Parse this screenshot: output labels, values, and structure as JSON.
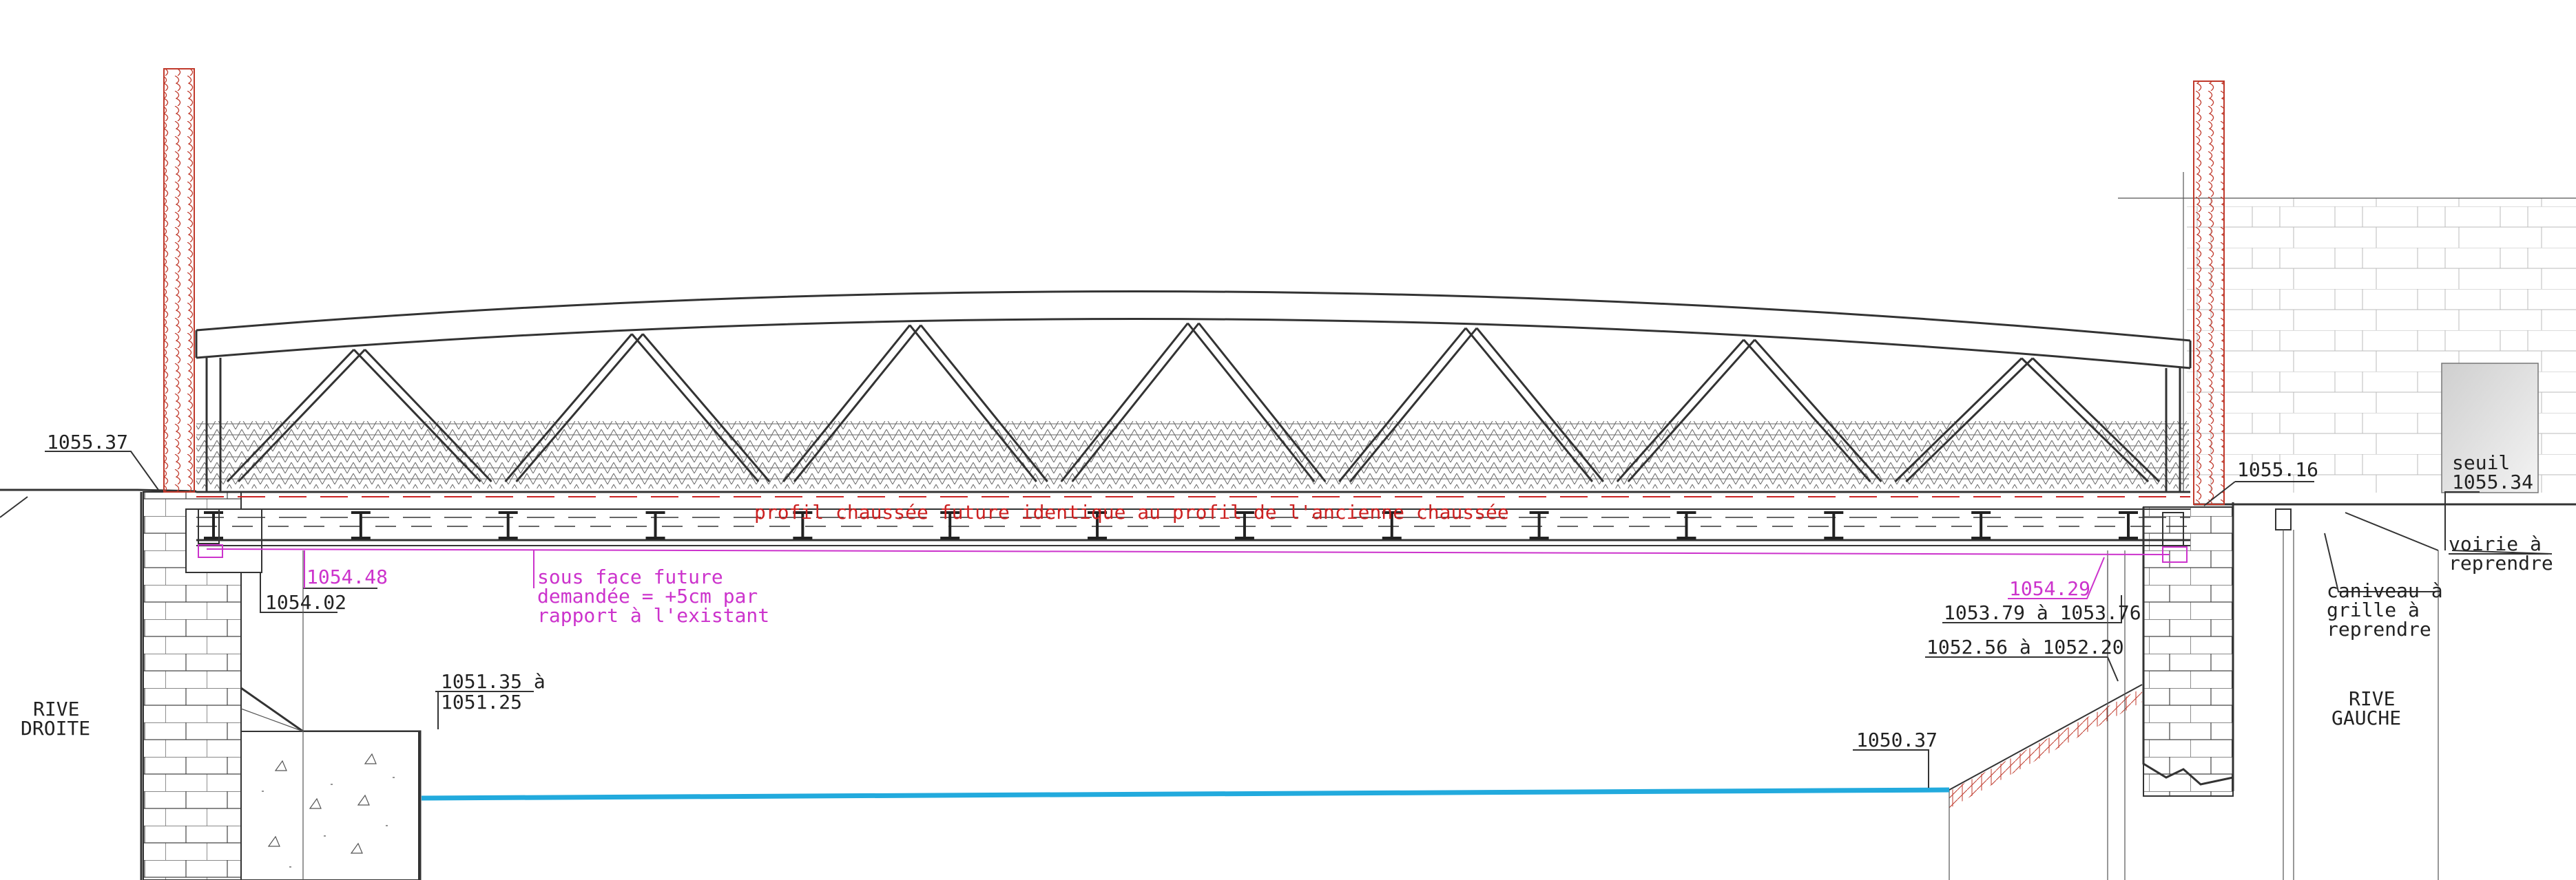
{
  "labels": {
    "rive_droite_1": "RIVE",
    "rive_droite_2": "DROITE",
    "rive_gauche_1": "RIVE",
    "rive_gauche_2": "GAUCHE",
    "lvl_1055_37": "1055.37",
    "lvl_1054_48": "1054.48",
    "lvl_1054_02": "1054.02",
    "lvl_1051_35": "1051.35  à",
    "lvl_1051_25": "1051.25",
    "lvl_1050_37": "1050.37",
    "lvl_1054_29": "1054.29",
    "lvl_1053_79": "1053.79  à  1053.76",
    "lvl_1052_56": "1052.56  à  1052.20",
    "lvl_1055_16": "1055.16",
    "seuil_1": "seuil",
    "seuil_2": "1055.34",
    "voirie_1": "voirie à",
    "voirie_2": "reprendre",
    "caniveau_1": "caniveau à",
    "caniveau_2": "grille à",
    "caniveau_3": "reprendre",
    "sous_face_1": "sous face future",
    "sous_face_2": "demandée = +5cm par",
    "sous_face_3": "rapport à l'existant",
    "profil": "profil chaussée future identique au profil de l'ancienne chaussée"
  },
  "colors": {
    "line": "#333333",
    "water": "#22aadd",
    "magenta": "#cc33cc",
    "red": "#cc2222",
    "brick": "#c0392b"
  },
  "structure": {
    "truss_top_nodes": 7,
    "truss_bottom_nodes": 8,
    "deck_beams": 14
  }
}
